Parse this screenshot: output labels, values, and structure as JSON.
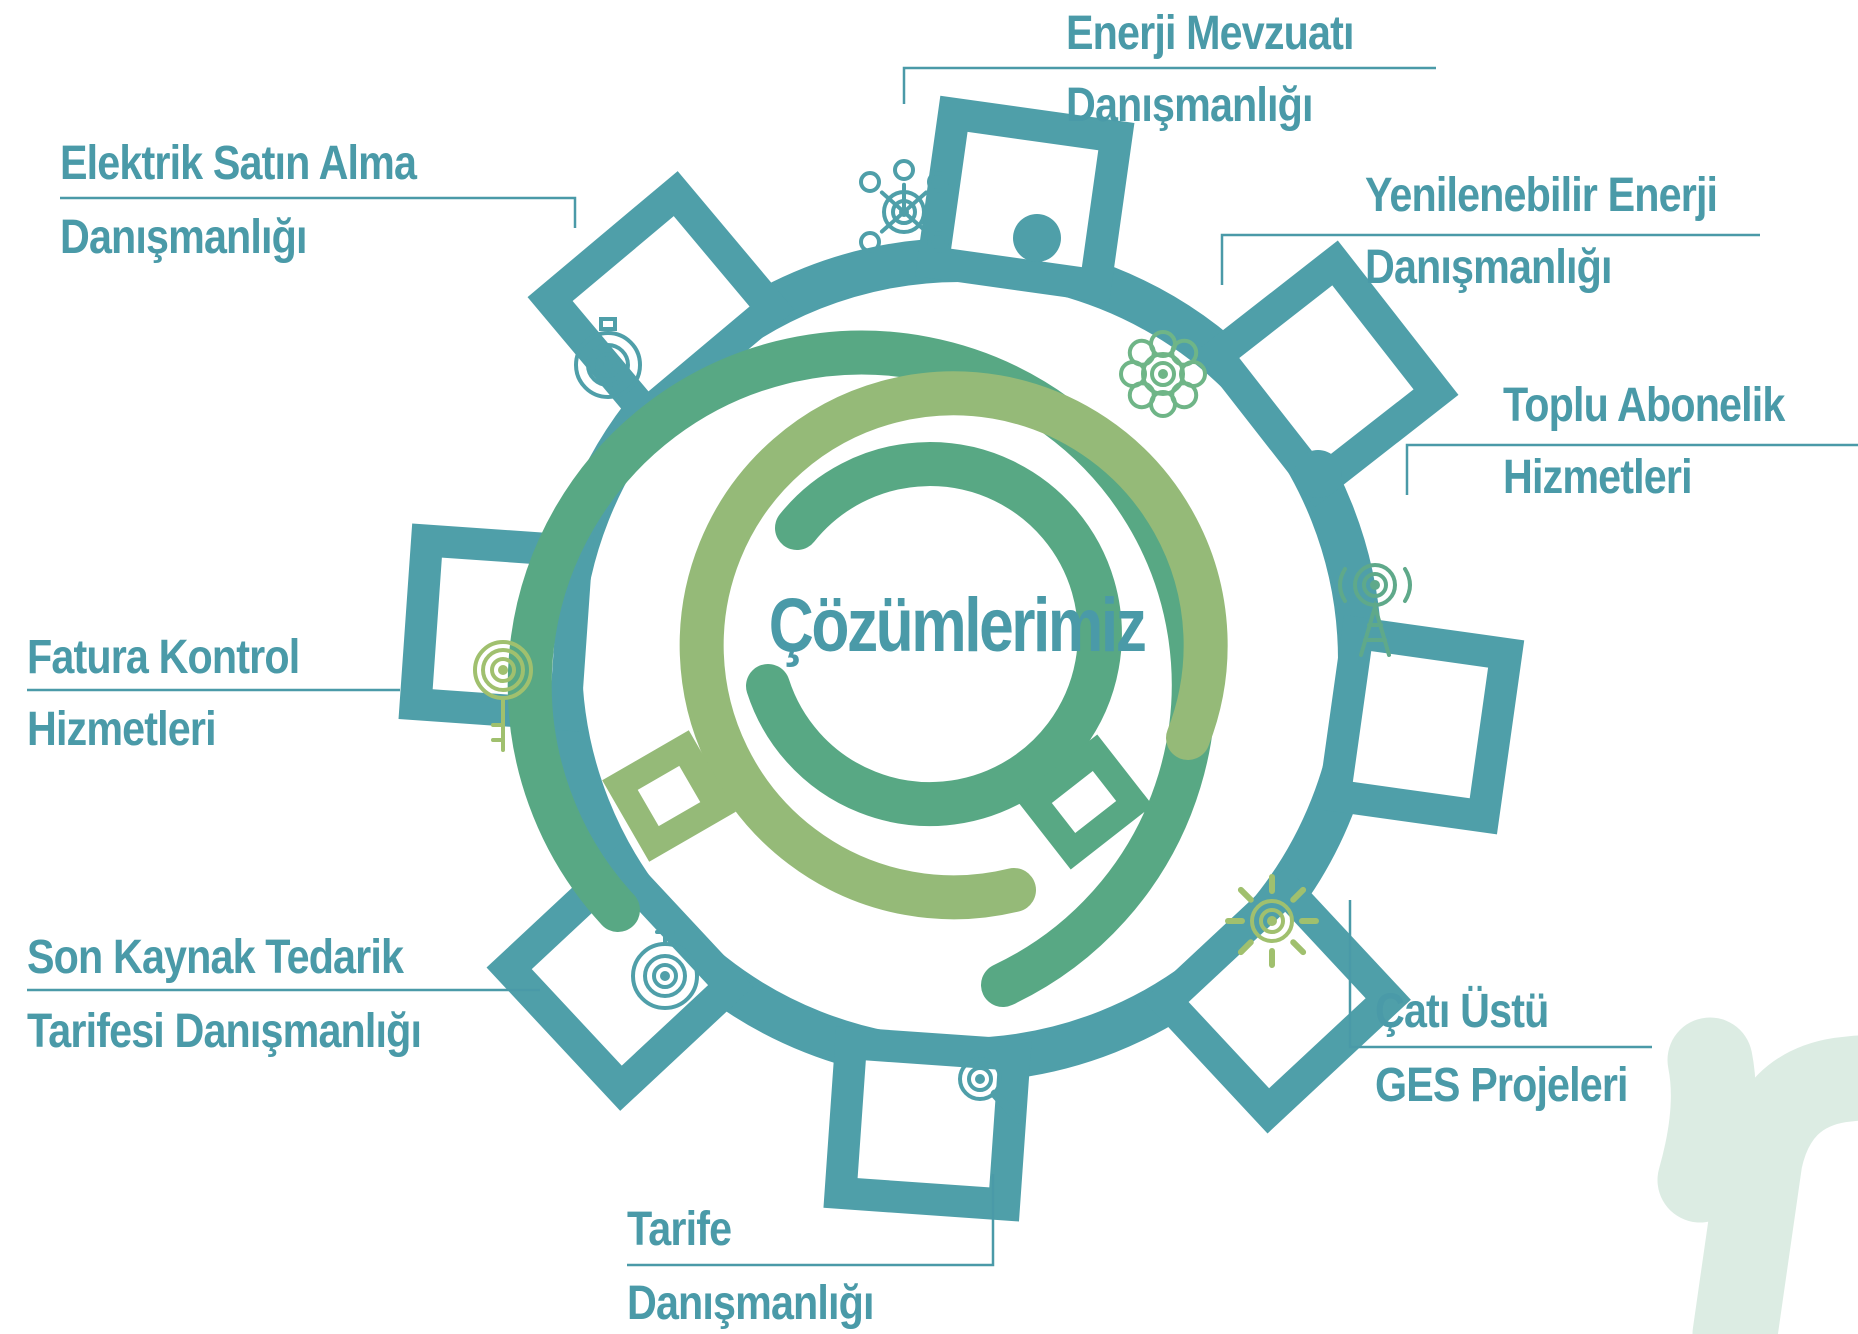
{
  "center_title": "Çözümlerimiz",
  "colors": {
    "outer_gear": "#4f9fa9",
    "inner_ring": "#58a884",
    "light_ring": "#95ba78",
    "text": "#4a9aa8",
    "watermark": "#dcece3"
  },
  "services": [
    {
      "line1": "Enerji Mevzuatı",
      "line2": "Danışmanlığı",
      "icon": "network-icon"
    },
    {
      "line1": "Yenilenebilir Enerji",
      "line2": "Danışmanlığı",
      "icon": "flower-icon"
    },
    {
      "line1": "Toplu Abonelik",
      "line2": "Hizmetleri",
      "icon": "antenna-tower-icon"
    },
    {
      "line1": "Çatı Üstü",
      "line2": "GES Projeleri",
      "icon": "sun-icon"
    },
    {
      "line1": "Tarife",
      "line2": "Danışmanlığı",
      "icon": "magnifier-icon"
    },
    {
      "line1": "Son Kaynak Tedarik",
      "line2": "Tarifesi Danışmanlığı",
      "icon": "stopwatch-icon"
    },
    {
      "line1": "Fatura Kontrol",
      "line2": "Hizmetleri",
      "icon": "key-icon"
    },
    {
      "line1": "Elektrik Satın Alma",
      "line2": "Danışmanlığı",
      "icon": "compass-icon"
    }
  ]
}
